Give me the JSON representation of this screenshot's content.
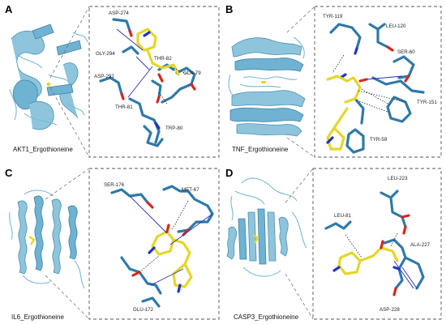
{
  "panels": [
    {
      "letter": "A",
      "caption": "AKT1_Ergothioneine",
      "residues": [
        "ASP-274",
        "GLY-294",
        "THR-82",
        "GLN-79",
        "ASP-292",
        "THR-81",
        "TRP-80"
      ]
    },
    {
      "letter": "B",
      "caption": "TNF_Ergothioneine",
      "residues": [
        "TYR-119",
        "LEU-120",
        "SER-60",
        "TYR-151",
        "TYR-59"
      ]
    },
    {
      "letter": "C",
      "caption": "IL6_Ergothioneine",
      "residues": [
        "SER-176",
        "MET-67",
        "GLU-172"
      ]
    },
    {
      "letter": "D",
      "caption": "CASP3_Ergothioneine",
      "residues": [
        "LEU-223",
        "LEU-81",
        "ALA-227",
        "ASP-228"
      ]
    }
  ],
  "colors": {
    "protein_cartoon": "#8ec5dd",
    "residue_carbon": "#2f79a8",
    "ligand_carbon": "#e3d72a",
    "oxygen": "#d8271c",
    "nitrogen": "#2432c9",
    "hbond": "#2a2fb8"
  }
}
